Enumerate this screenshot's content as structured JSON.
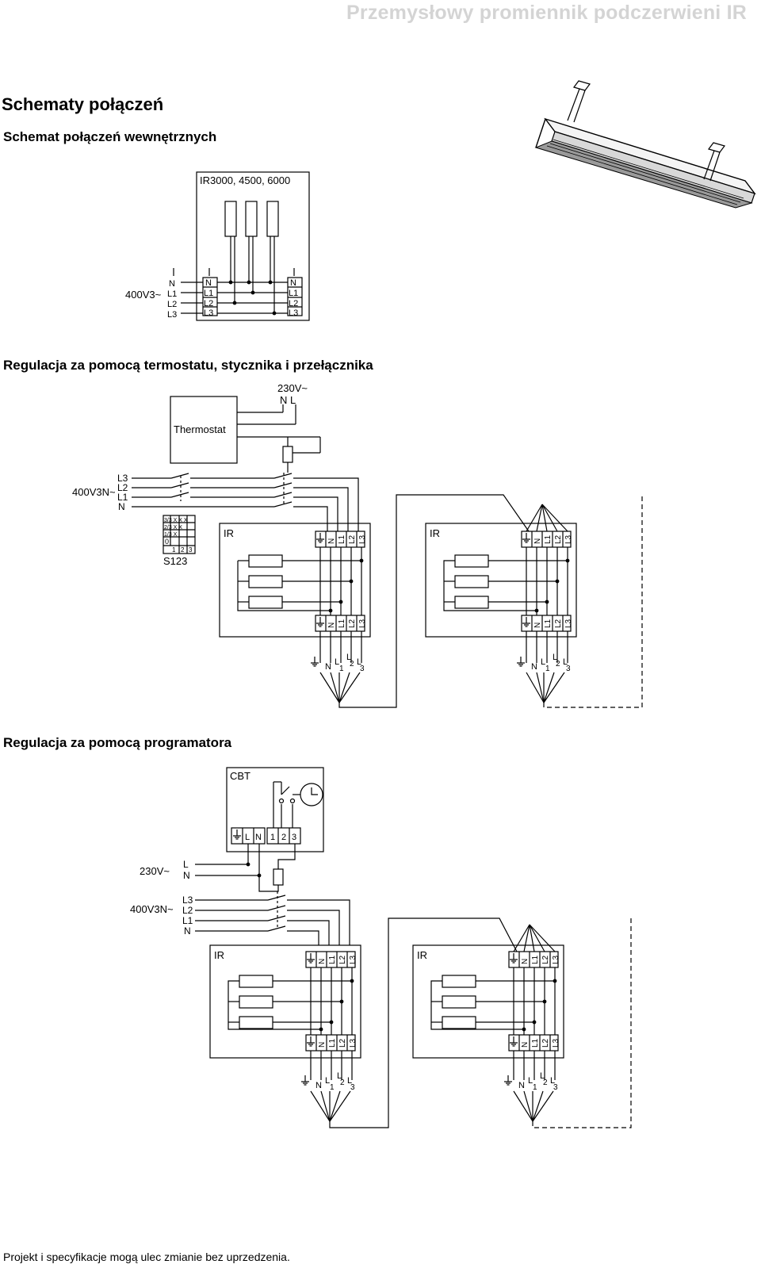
{
  "header": {
    "title": "Przemysłowy promiennik podczerwieni IR"
  },
  "page": {
    "main_heading": "Schematy połączeń",
    "sections": [
      {
        "heading": "Schemat połączeń wewnętrznych"
      },
      {
        "heading": "Regulacja za pomocą termostatu, stycznika i przełącznika"
      },
      {
        "heading": "Regulacja za pomocą programatora"
      }
    ]
  },
  "diagram1": {
    "box_label": "IR3000, 4500, 6000",
    "supply_label": "400V3~",
    "supply_lines": [
      "N",
      "L1",
      "L2",
      "L3"
    ],
    "terminals_left": [
      "N",
      "L1",
      "L2",
      "L3"
    ],
    "terminals_right": [
      "N",
      "L1",
      "L2",
      "L3"
    ]
  },
  "diagram2": {
    "supply_230": "230V~",
    "supply_230_lines": "N L",
    "thermostat_label": "Thermostat",
    "supply_400": "400V3N~",
    "supply_400_lines": [
      "L3",
      "L2",
      "L1",
      "N"
    ],
    "switch_label": "S123",
    "switch_table_rows": [
      "3/3 X X X",
      "2/3 X X",
      "1/3 X",
      "0"
    ],
    "switch_table_cols": [
      "1",
      "2",
      "3"
    ],
    "heater_label": "IR",
    "terminal_labels": [
      "N",
      "L1",
      "L2",
      "L3"
    ],
    "bottom_label_n": "N",
    "bottom_label_l": "L",
    "bottom_sub": [
      "1",
      "2",
      "3"
    ]
  },
  "diagram3": {
    "box_label": "CBT",
    "cbt_terminals": [
      "L",
      "N",
      "1",
      "2",
      "3"
    ],
    "supply_230": "230V~",
    "supply_230_lines": [
      "L",
      "N"
    ],
    "supply_400": "400V3N~",
    "supply_400_lines": [
      "L3",
      "L2",
      "L1",
      "N"
    ],
    "heater_label": "IR"
  },
  "footer": {
    "text": "Projekt i specyfikacje mogą ulec zmianie bez uprzedzenia."
  }
}
